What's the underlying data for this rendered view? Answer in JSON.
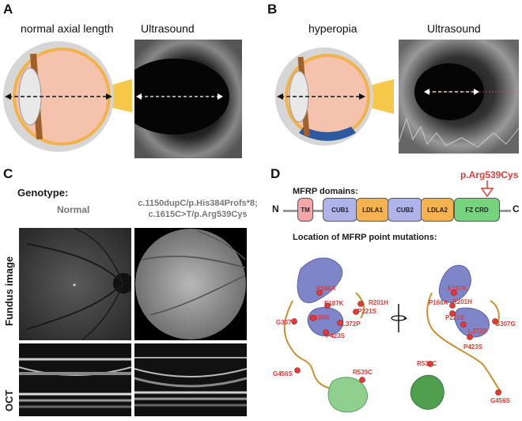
{
  "panels": {
    "a": {
      "label": "A",
      "eye_caption": "normal axial length",
      "us_caption": "Ultrasound"
    },
    "b": {
      "label": "B",
      "eye_caption": "hyperopia",
      "us_caption": "Ultrasound"
    },
    "c": {
      "label": "C",
      "genotype_label": "Genotype:",
      "normal_label": "Normal",
      "mutant_label_1": "c.1150dupC/p.His384Profs*8;",
      "mutant_label_2": "c.1615C>T/p.Arg539Cys",
      "row_fundus": "Fundus image",
      "row_oct": "OCT"
    },
    "d": {
      "label": "D",
      "domains_title": "MFRP domains:",
      "mutation_marker": "p.Arg539Cys",
      "n_term": "N",
      "c_term": "C",
      "domains": [
        "TM",
        "CUB1",
        "LDLA1",
        "CUB2",
        "LDLA2",
        "FZ CRD"
      ],
      "location_title": "Location of MFRP point mutations:",
      "mutations_left": [
        "P166A",
        "E187K",
        "R201H",
        "P221S",
        "G307G",
        "G336R",
        "L372P",
        "P423S",
        "G456S",
        "R539C"
      ],
      "mutations_right": [
        "E187K",
        "P166A",
        "R201H",
        "P221S",
        "G307G",
        "L372P",
        "P423S",
        "R539C",
        "G456S"
      ]
    }
  },
  "colors": {
    "tm": "#f4a6a6",
    "cub": "#aeb4ea",
    "ldla": "#f5b24f",
    "fzcrd": "#76d37e",
    "mutation": "#e53935"
  }
}
